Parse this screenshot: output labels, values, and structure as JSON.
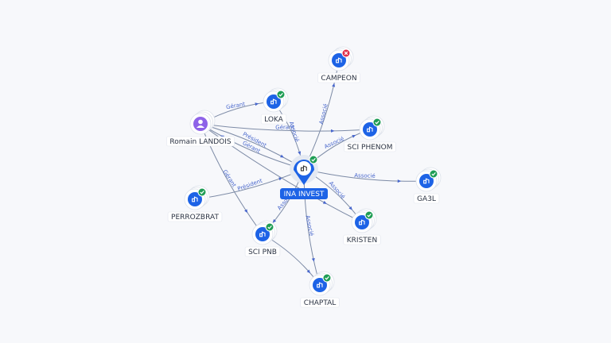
{
  "colors": {
    "company": "#1d63e6",
    "person": "#8e63e8",
    "ok": "#1f9d55",
    "closed": "#e0314b",
    "edge": "#7d8ba6",
    "edge_label": "#4766cc",
    "center_label_bg": "#1d63e6"
  },
  "nodes": [
    {
      "id": "ina",
      "label": "INA INVEST",
      "kind": "company",
      "center": true,
      "status": "ok"
    },
    {
      "id": "romain",
      "label": "Romain LANDOIS",
      "kind": "person",
      "status": "none"
    },
    {
      "id": "loka",
      "label": "LOKA",
      "kind": "company",
      "status": "ok"
    },
    {
      "id": "campeon",
      "label": "CAMPEON",
      "kind": "company",
      "status": "closed"
    },
    {
      "id": "sciphenom",
      "label": "SCI PHENOM",
      "kind": "company",
      "status": "ok"
    },
    {
      "id": "ga3l",
      "label": "GA3L",
      "kind": "company",
      "status": "ok"
    },
    {
      "id": "kristen",
      "label": "KRISTEN",
      "kind": "company",
      "status": "ok"
    },
    {
      "id": "chaptal",
      "label": "CHAPTAL",
      "kind": "company",
      "status": "ok"
    },
    {
      "id": "scipnb",
      "label": "SCI PNB",
      "kind": "company",
      "status": "ok"
    },
    {
      "id": "perrozbrat",
      "label": "PERROZBRAT",
      "kind": "company",
      "status": "ok"
    }
  ],
  "edges": [
    {
      "from": "romain",
      "to": "loka",
      "label": "Gérant"
    },
    {
      "from": "romain",
      "to": "sciphenom",
      "label": "Gérant"
    },
    {
      "from": "romain",
      "to": "ina",
      "label": "Président"
    },
    {
      "from": "romain",
      "to": "scipnb",
      "label": "Gérant"
    },
    {
      "from": "loka",
      "to": "ina",
      "label": "Associé"
    },
    {
      "from": "ina",
      "to": "campeon",
      "label": "Associé"
    },
    {
      "from": "ina",
      "to": "sciphenom",
      "label": "Associé"
    },
    {
      "from": "ina",
      "to": "ga3l",
      "label": "Associé"
    },
    {
      "from": "ina",
      "to": "kristen",
      "label": "Associé"
    },
    {
      "from": "ina",
      "to": "chaptal",
      "label": "Associé"
    },
    {
      "from": "ina",
      "to": "scipnb",
      "label": "Associé"
    },
    {
      "from": "perrozbrat",
      "to": "ina",
      "label": "Président"
    },
    {
      "from": "scipnb",
      "to": "chaptal",
      "label": ""
    },
    {
      "from": "romain",
      "to": "kristen",
      "label": ""
    },
    {
      "from": "ina",
      "to": "romain",
      "label": "Gérant"
    }
  ]
}
